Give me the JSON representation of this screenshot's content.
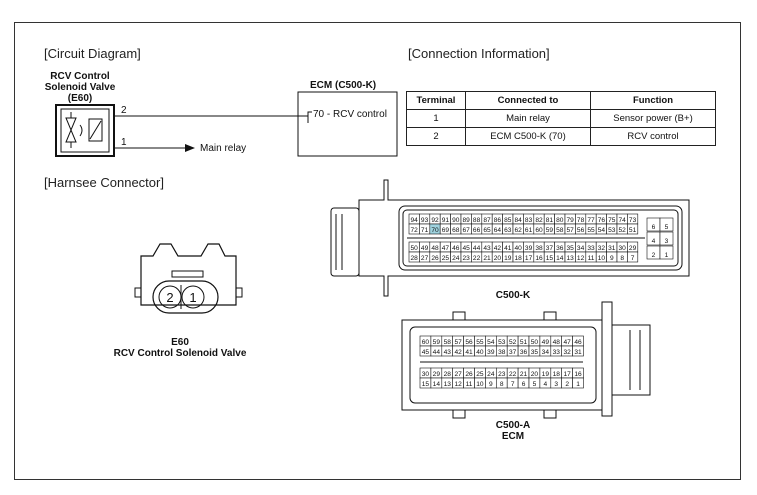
{
  "headings": {
    "circuit": "[Circuit Diagram]",
    "connection": "[Connection Information]",
    "harness": "[Harnsee Connector]"
  },
  "solenoid": {
    "name_line1": "RCV Control",
    "name_line2": "Solenoid Valve",
    "name_line3": "(E60)",
    "pin2": "2",
    "pin1": "1"
  },
  "ecm_box": {
    "title": "ECM (C500-K)",
    "label": "70 - RCV control"
  },
  "main_relay": "Main relay",
  "connection_table": {
    "headers": [
      "Terminal",
      "Connected to",
      "Function"
    ],
    "rows": [
      [
        "1",
        "Main relay",
        "Sensor power (B+)"
      ],
      [
        "2",
        "ECM C500-K (70)",
        "RCV control"
      ]
    ]
  },
  "e60": {
    "pins": [
      "2",
      "1"
    ],
    "caption_line1": "E60",
    "caption_line2": "RCV Control Solenoid Valve"
  },
  "c500k": {
    "caption": "C500-K",
    "highlight_pin": "70",
    "rows": [
      [
        "94",
        "93",
        "92",
        "91",
        "90",
        "89",
        "88",
        "87",
        "86",
        "85",
        "84",
        "83",
        "82",
        "81",
        "80",
        "79",
        "78",
        "77",
        "76",
        "75",
        "74",
        "73"
      ],
      [
        "72",
        "71",
        "70",
        "69",
        "68",
        "67",
        "66",
        "65",
        "64",
        "63",
        "62",
        "61",
        "60",
        "59",
        "58",
        "57",
        "56",
        "55",
        "54",
        "53",
        "52",
        "51"
      ],
      [
        "50",
        "49",
        "48",
        "47",
        "46",
        "45",
        "44",
        "43",
        "42",
        "41",
        "40",
        "39",
        "38",
        "37",
        "36",
        "35",
        "34",
        "33",
        "32",
        "31",
        "30",
        "29"
      ],
      [
        "28",
        "27",
        "26",
        "25",
        "24",
        "23",
        "22",
        "21",
        "20",
        "19",
        "18",
        "17",
        "16",
        "15",
        "14",
        "13",
        "12",
        "11",
        "10",
        "9",
        "8",
        "7"
      ]
    ],
    "side_pins": [
      [
        "6",
        "5"
      ],
      [
        "4",
        "3"
      ],
      [
        "2",
        "1"
      ]
    ]
  },
  "c500a": {
    "caption_line1": "C500-A",
    "caption_line2": "ECM",
    "rows": [
      [
        "60",
        "59",
        "58",
        "57",
        "56",
        "55",
        "54",
        "53",
        "52",
        "51",
        "50",
        "49",
        "48",
        "47",
        "46"
      ],
      [
        "45",
        "44",
        "43",
        "42",
        "41",
        "40",
        "39",
        "38",
        "37",
        "36",
        "35",
        "34",
        "33",
        "32",
        "31"
      ],
      [
        "30",
        "29",
        "28",
        "27",
        "26",
        "25",
        "24",
        "23",
        "22",
        "21",
        "20",
        "19",
        "18",
        "17",
        "16"
      ],
      [
        "15",
        "14",
        "13",
        "12",
        "11",
        "10",
        "9",
        "8",
        "7",
        "6",
        "5",
        "4",
        "3",
        "2",
        "1"
      ]
    ]
  },
  "colors": {
    "highlight": "#9fd3df"
  }
}
